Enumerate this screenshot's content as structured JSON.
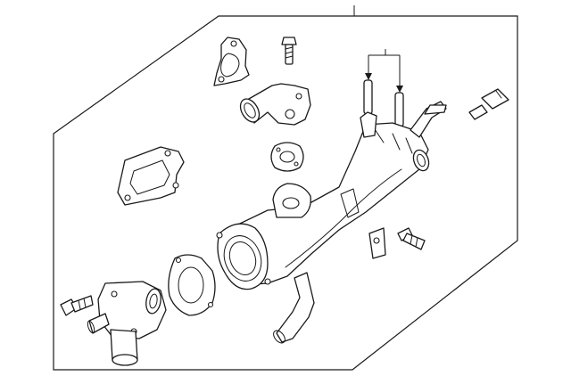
{
  "diagram": {
    "kind": "exploded-parts-diagram",
    "callout_labels": [],
    "colors": {
      "line": "#1a1a1a",
      "background": "#ffffff"
    },
    "parts": [
      "outlet-gasket",
      "hose-connector",
      "connector-bolt",
      "pins",
      "temperature-sensor",
      "flange-gasket",
      "small-gasket",
      "water-outlet-housing",
      "outlet-pipe",
      "bracket",
      "housing-bolt",
      "inlet-gasket",
      "thermostat-housing",
      "thermostat-bolt"
    ]
  }
}
